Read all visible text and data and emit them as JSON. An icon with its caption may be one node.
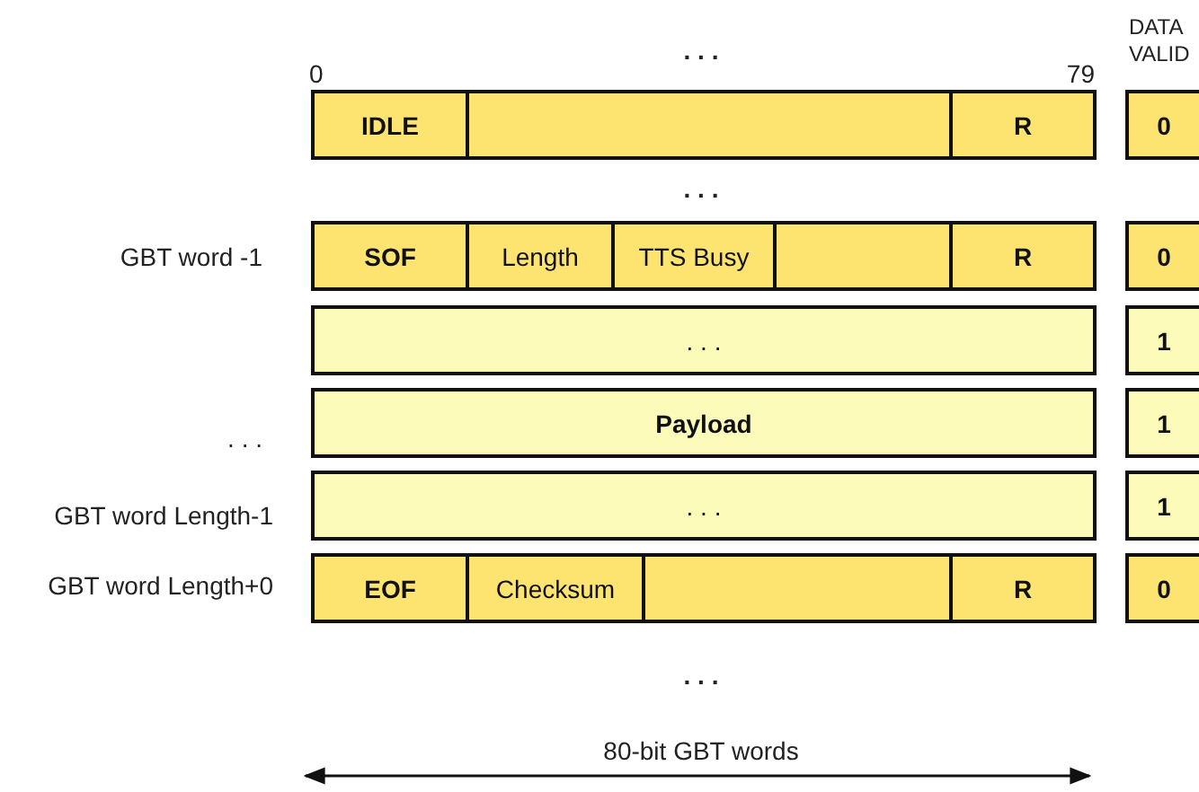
{
  "diagram": {
    "nodes": [
      {
        "text": [
          "IDLE"
        ]
      },
      {
        "text": [],
        "shape": "box"
      },
      {
        "text": [
          "R"
        ]
      },
      {
        "text": [
          "0"
        ]
      },
      {
        "text": [
          "SOF"
        ]
      },
      {
        "text": [
          "Length"
        ]
      },
      {
        "text": [
          "TTS Busy"
        ]
      },
      {
        "text": [],
        "shape": "box"
      },
      {
        "text": [
          "R"
        ]
      },
      {
        "text": [
          "0"
        ]
      },
      {
        "text": [
          ". . ."
        ]
      },
      {
        "text": [
          "1"
        ]
      },
      {
        "text": [
          "Payload"
        ]
      },
      {
        "text": [
          "1"
        ]
      },
      {
        "text": [
          ". . ."
        ]
      },
      {
        "text": [
          "1"
        ]
      },
      {
        "text": [
          "EOF"
        ]
      },
      {
        "text": [
          "Checksum"
        ]
      },
      {
        "text": [],
        "shape": "box"
      },
      {
        "text": [
          "R"
        ]
      },
      {
        "text": [
          "0"
        ]
      }
    ],
    "labels": [
      ". . .",
      "0",
      "79",
      "DATA VALID",
      ". . .",
      "GBT word -1",
      ". . .",
      "GBT word Length-1",
      "GBT word Length+0",
      ". . .",
      "80-bit GBT words"
    ]
  }
}
